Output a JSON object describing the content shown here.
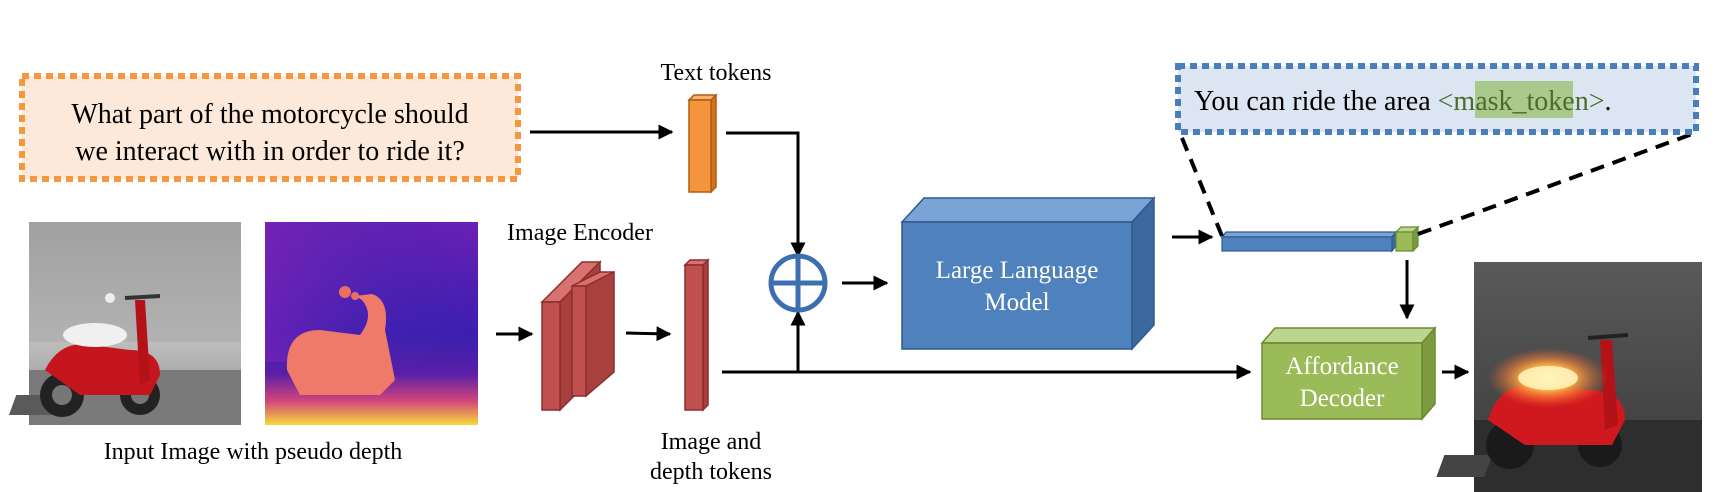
{
  "question": {
    "line1": "What part of the motorcycle should",
    "line2": "we interact with in order to ride it?"
  },
  "labels": {
    "text_tokens": "Text tokens",
    "image_encoder": "Image Encoder",
    "image_depth_tokens_line1": "Image and",
    "image_depth_tokens_line2": "depth tokens",
    "input_caption": "Input Image with pseudo depth"
  },
  "llm": {
    "line1": "Large Language",
    "line2": "Model"
  },
  "decoder": {
    "line1": "Affordance",
    "line2": "Decoder"
  },
  "output_text": {
    "prefix": "You can ride the area ",
    "token": "<mask_token>",
    "suffix": "."
  },
  "colors": {
    "question_border": "#f4973f",
    "question_fill": "#fde9d9",
    "text_token": "#f4943c",
    "encoder": "#c0504d",
    "llm": "#4f81bd",
    "decoder": "#9bbb59",
    "output_border": "#4a7ebb",
    "output_fill": "#dce6f2",
    "mask_highlight": "#a9c98d",
    "mask_text": "#4f6b2a"
  },
  "icons": {
    "photo": "scooter-photo",
    "depth": "scooter-depth-map",
    "result": "scooter-affordance-result",
    "fuse": "plus-circle-icon"
  }
}
